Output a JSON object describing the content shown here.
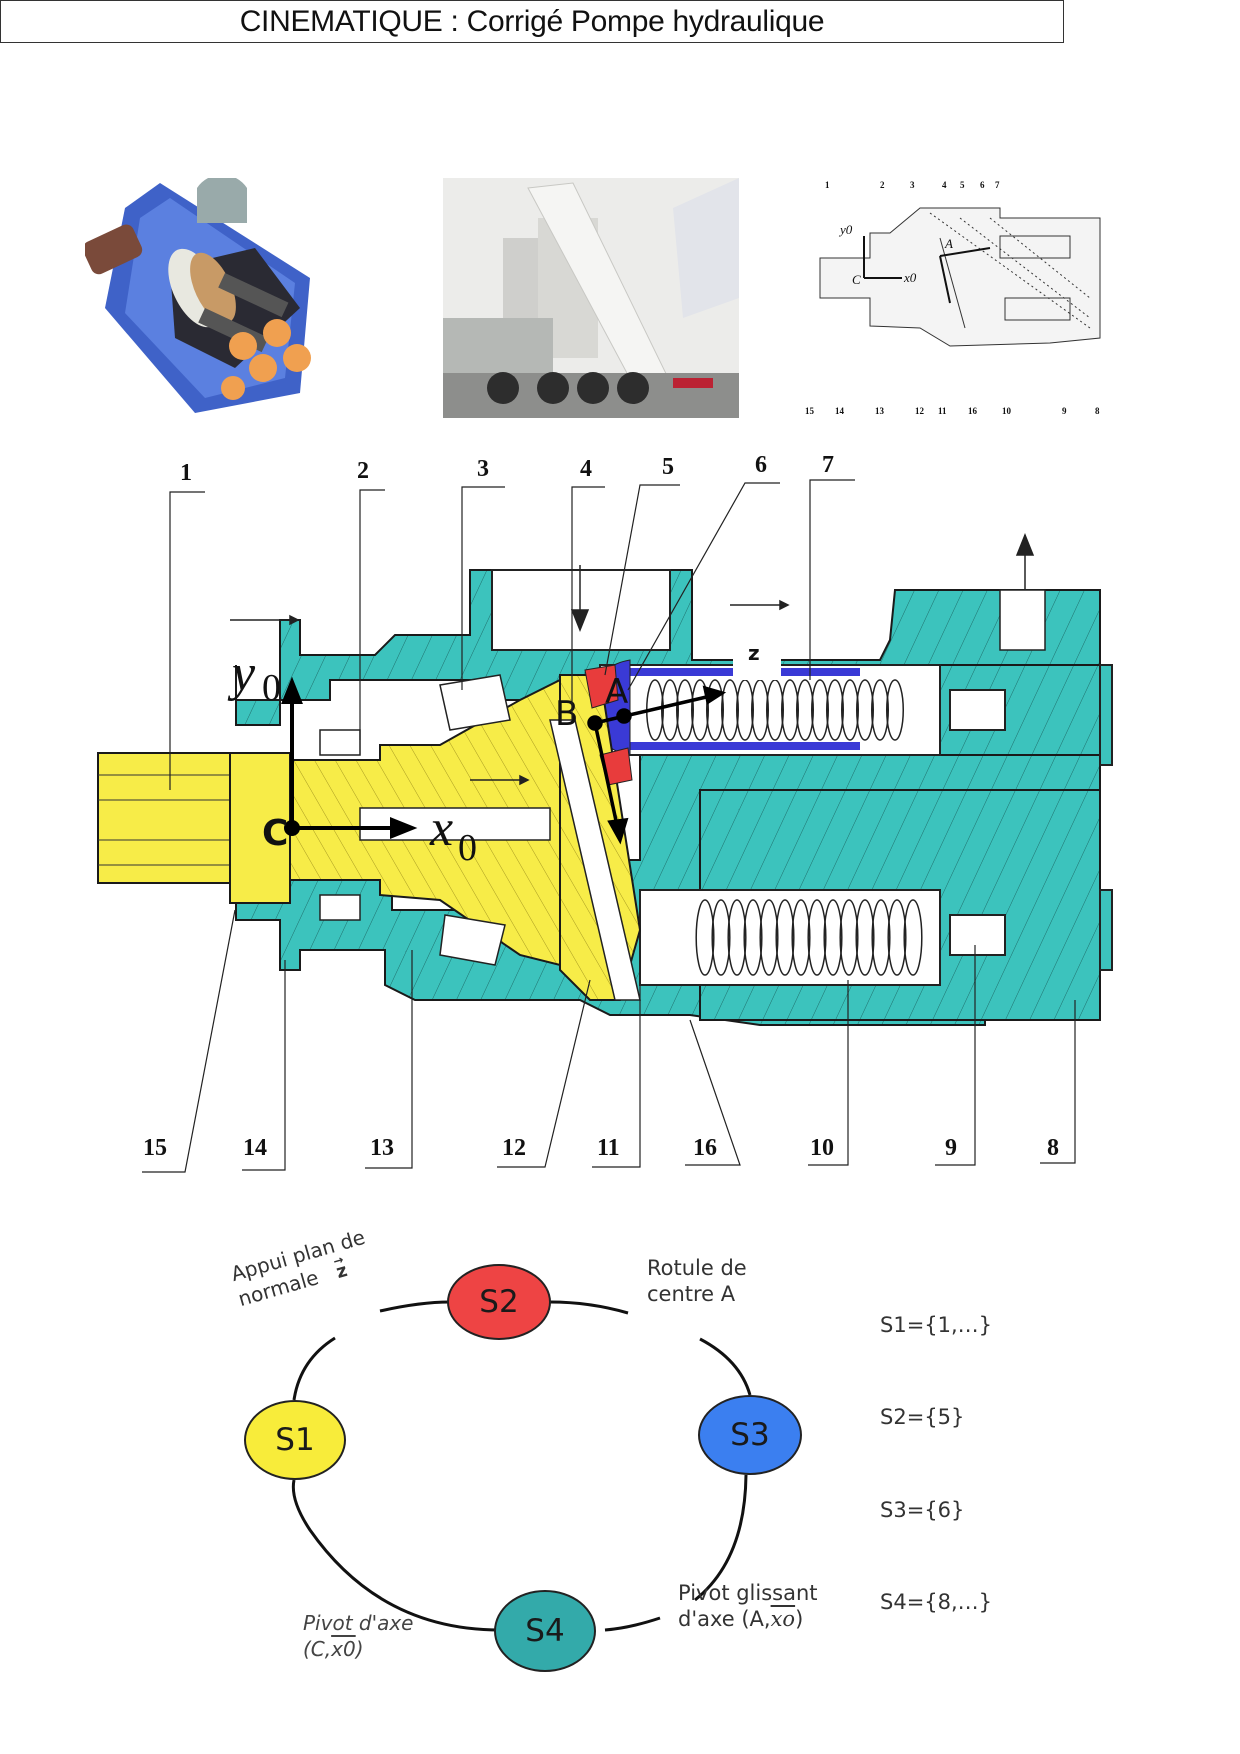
{
  "title": "CINEMATIQUE : Corrigé Pompe hydraulique",
  "photos": [
    {
      "name": "pump-cutaway-3d",
      "description": "3D cutaway of hydraulic pump"
    },
    {
      "name": "dump-truck-photo",
      "description": "Dump truck with raised tipper"
    },
    {
      "name": "pump-section-small",
      "description": "Small line drawing of pump section"
    }
  ],
  "small_drawing": {
    "top_numbers": [
      "1",
      "2",
      "3",
      "4",
      "5",
      "6",
      "7"
    ],
    "bottom_numbers": [
      "15",
      "14",
      "13",
      "12",
      "11",
      "16",
      "10",
      "9",
      "8"
    ],
    "axis_y": "y0",
    "axis_x": "x0",
    "point_c": "C",
    "point_a": "A"
  },
  "main_drawing": {
    "top_numbers": [
      "1",
      "2",
      "3",
      "4",
      "5",
      "6",
      "7"
    ],
    "bottom_numbers": [
      "15",
      "14",
      "13",
      "12",
      "11",
      "16",
      "10",
      "9",
      "8"
    ],
    "axis_y_label": "y",
    "axis_y_sub": "0",
    "axis_x_label": "x",
    "axis_x_sub": "0",
    "point_c": "C",
    "point_b": "B",
    "point_a": "A",
    "z_label": "z",
    "colors": {
      "housing": "#3cc3bd",
      "shaft": "#f7ec48",
      "piston": "#3a3ad6",
      "shoe": "#e83c3c"
    }
  },
  "graph": {
    "nodes": [
      {
        "id": "S1",
        "label": "S1",
        "color": "#f8ec3a"
      },
      {
        "id": "S2",
        "label": "S2",
        "color": "#ee4444"
      },
      {
        "id": "S3",
        "label": "S3",
        "color": "#3b7ff0"
      },
      {
        "id": "S4",
        "label": "S4",
        "color": "#33aaaa"
      }
    ],
    "links": [
      {
        "between": "S1-S2",
        "line1": "Appui plan de",
        "line2": "normale",
        "vec": "z"
      },
      {
        "between": "S2-S3",
        "line1": "Rotule de",
        "line2": "centre A"
      },
      {
        "between": "S3-S4",
        "line1": "Pivot glissant",
        "line2": "d'axe (A,",
        "vec": "xo",
        "close": ")"
      },
      {
        "between": "S4-S1",
        "line1": "Pivot d'axe",
        "line2": "(C,",
        "vec": "x0",
        "close": ")"
      }
    ],
    "definitions": [
      "S1={1,…}",
      "S2={5}",
      "S3={6}",
      "S4={8,…}"
    ]
  }
}
